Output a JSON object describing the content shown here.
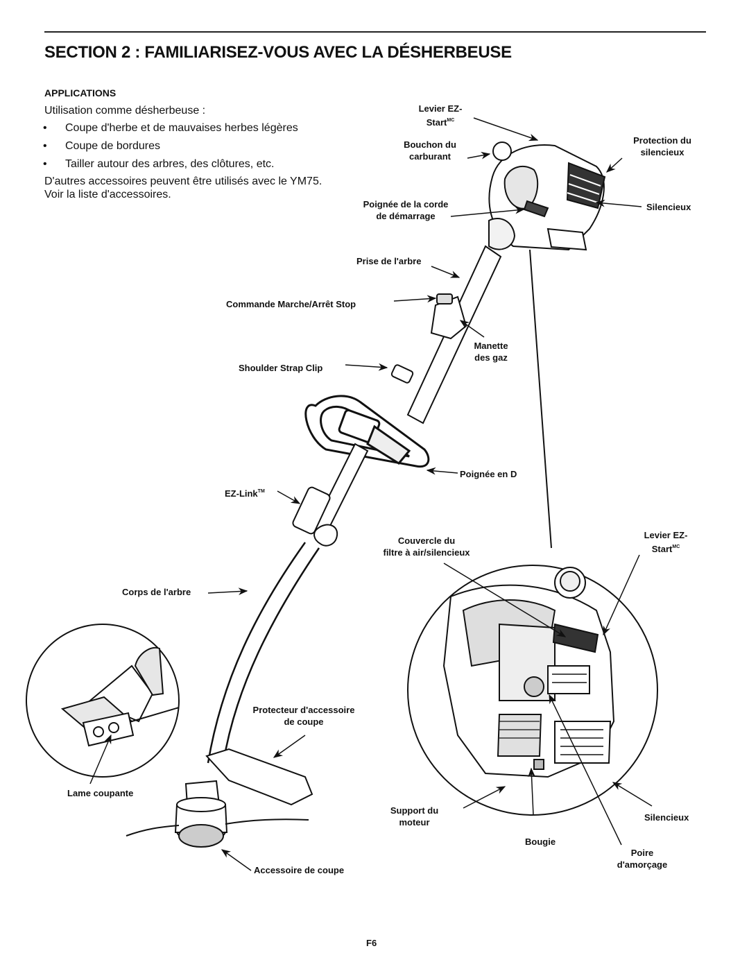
{
  "header": {
    "title": "SECTION 2 : FAMILIARISEZ-VOUS AVEC LA DÉSHERBEUSE"
  },
  "applications": {
    "heading": "APPLICATIONS",
    "intro": "Utilisation comme désherbeuse :",
    "bullet_char": "•",
    "bullets": [
      "Coupe d'herbe et de mauvaises herbes légères",
      "Coupe de bordures",
      "Tailler autour des arbres, des clôtures, etc."
    ],
    "note_line1": "D'autres accessoires peuvent être utilisés avec le YM75.",
    "note_line2": "Voir la liste d'accessoires."
  },
  "labels": {
    "levier_top_1": "Levier EZ-",
    "levier_top_2": "Start",
    "levier_sup": "MC",
    "bouchon_1": "Bouchon du",
    "bouchon_2": "carburant",
    "protection_1": "Protection du",
    "protection_2": "silencieux",
    "silencieux_top": "Silencieux",
    "poignee_corde_1": "Poignée de la corde",
    "poignee_corde_2": "de démarrage",
    "prise_arbre": "Prise de l'arbre",
    "commande": "Commande Marche/Arrêt Stop",
    "manette_1": "Manette",
    "manette_2": "des gaz",
    "shoulder": "Shoulder Strap Clip",
    "poignee_d": "Poignée en D",
    "ezlink": "EZ-Link",
    "ezlink_tm": "TM",
    "couvercle_1": "Couvercle du",
    "couvercle_2": "filtre à air/silencieux",
    "levier_bottom_1": "Levier EZ-",
    "levier_bottom_2": "Start",
    "corps": "Corps de l'arbre",
    "protecteur_1": "Protecteur d'accessoire",
    "protecteur_2": "de coupe",
    "lame": "Lame coupante",
    "support_1": "Support du",
    "support_2": "moteur",
    "silencieux_bottom": "Silencieux",
    "bougie": "Bougie",
    "poire_1": "Poire",
    "poire_2": "d'amorçage",
    "accessoire": "Accessoire de coupe"
  },
  "footer": {
    "page": "F6"
  }
}
